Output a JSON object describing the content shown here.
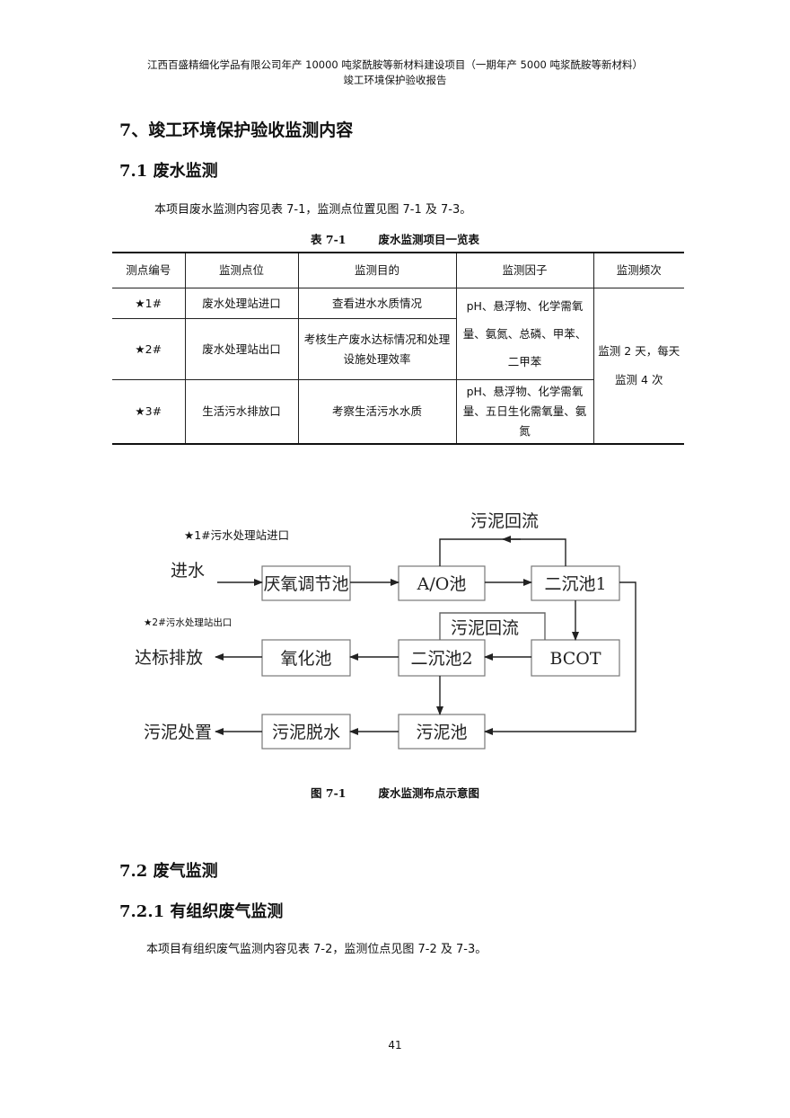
{
  "header": {
    "line1": "江西百盛精细化学品有限公司年产 10000 吨浆酰胺等新材料建设项目（一期年产 5000 吨浆酰胺等新材料）",
    "line2": "竣工环境保护验收报告"
  },
  "section7": {
    "title": "7、竣工环境保护验收监测内容"
  },
  "section71": {
    "title": "7.1 废水监测",
    "text": "本项目废水监测内容见表 7-1，监测点位置见图 7-1 及 7-3。"
  },
  "table71": {
    "caption_no": "表 7-1",
    "caption_title": "废水监测项目一览表",
    "headers": [
      "测点编号",
      "监测点位",
      "监测目的",
      "监测因子",
      "监测频次"
    ],
    "rows": [
      [
        "★1#",
        "废水处理站进口",
        "查看进水水质情况"
      ],
      [
        "★2#",
        "废水处理站出口",
        "考核生产废水达标情况和处理设施处理效率"
      ],
      [
        "★3#",
        "生活污水排放口",
        "考察生活污水水质"
      ]
    ],
    "factor_12": "pH、悬浮物、化学需氧量、氨氮、总磷、甲苯、二甲苯",
    "factor_3": "pH、悬浮物、化学需氧量、五日生化需氧量、氨氮",
    "frequency": "监测 2 天，每天监测 4 次"
  },
  "figure71": {
    "caption_no": "图 7-1",
    "caption_title": "废水监测布点示意图",
    "point1": "★1#污水处理站进口",
    "point2": "★2#污水处理站出口",
    "inlet": "进水",
    "discharge": "达标排放",
    "sludge_disposal": "污泥处置",
    "sludge_return_top": "污泥回流",
    "sludge_return_mid": "污泥回流",
    "boxes": {
      "anoxic": "厌氧调节池",
      "ao": "A/O池",
      "sec1": "二沉池1",
      "bcot": "BCOT",
      "sec2": "二沉池2",
      "oxid": "氧化池",
      "dewater": "污泥脱水",
      "sludge_tank": "污泥池"
    }
  },
  "section72": {
    "title": "7.2 废气监测"
  },
  "section721": {
    "title": "7.2.1 有组织废气监测",
    "text": "本项目有组织废气监测内容见表 7-2，监测位点见图 7-2 及 7-3。"
  },
  "page_number": "41"
}
